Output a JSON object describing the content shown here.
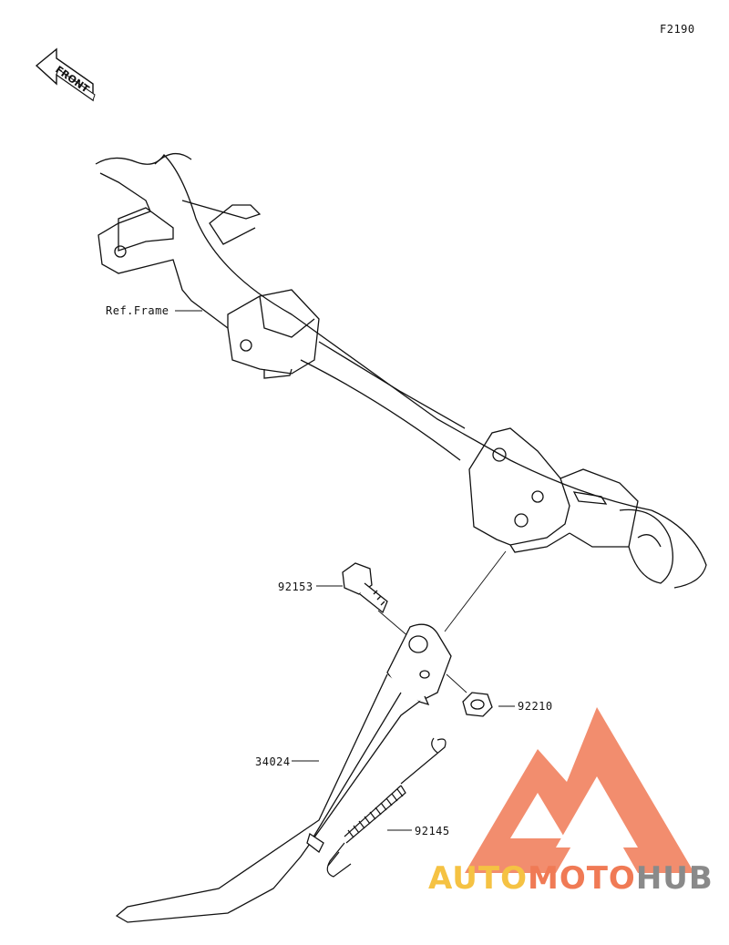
{
  "figure_code": "F2190",
  "front_badge": "FRONT",
  "labels": {
    "frame": "Ref.Frame",
    "bolt": "92153",
    "nut": "92210",
    "stand": "34024",
    "spring": "92145"
  },
  "watermark": {
    "part1": "AUTO",
    "part2": "MOTO",
    "part3": "HUB",
    "colors": {
      "auto": "#f5c243",
      "moto": "#f07a55",
      "hub": "#8a8a8a",
      "logo": "#f07a55"
    }
  }
}
